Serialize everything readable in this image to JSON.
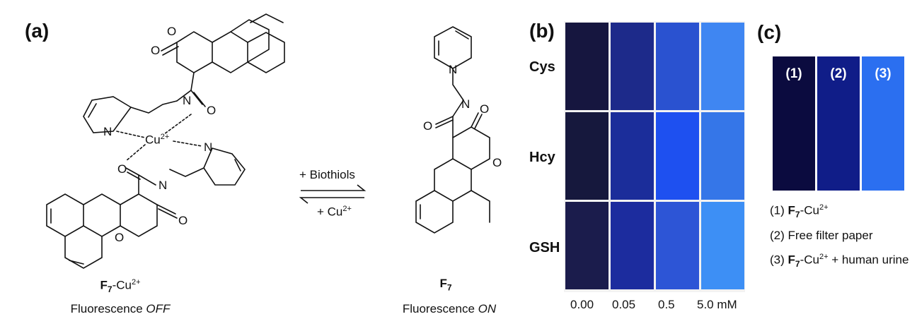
{
  "panel_a": {
    "label": "(a)",
    "left_compound": {
      "name_main": "F",
      "name_sub": "7",
      "name_rest": "-Cu",
      "name_sup": "2+",
      "state_prefix": "Fluorescence ",
      "state_italic": "OFF"
    },
    "right_compound": {
      "name_main": "F",
      "name_sub": "7",
      "state_prefix": "Fluorescence ",
      "state_italic": "ON"
    },
    "arrow_top_label": "+ Biothiols",
    "arrow_bottom_label": "+ Cu",
    "arrow_bottom_sup": "2+",
    "atoms": {
      "O": "O",
      "N": "N",
      "Cu": "Cu",
      "Cu_charge": "2+"
    }
  },
  "panel_b": {
    "label": "(b)",
    "rows": [
      "Cys",
      "Hcy",
      "GSH"
    ],
    "concentrations": [
      "0.00",
      "0.05",
      "0.5",
      "5.0 mM"
    ],
    "colors": [
      [
        "#16163f",
        "#1d2a8a",
        "#2a52d0",
        "#3f86f2"
      ],
      [
        "#16183d",
        "#1b2d9a",
        "#1e50f0",
        "#3576e8"
      ],
      [
        "#1b1c4c",
        "#1c2c9e",
        "#2d55d6",
        "#3d8ff5"
      ]
    ]
  },
  "panel_c": {
    "label": "(c)",
    "strips": [
      {
        "num": "(1)",
        "color": "#0b0b3f"
      },
      {
        "num": "(2)",
        "color": "#101d88"
      },
      {
        "num": "(3)",
        "color": "#2b6ff0"
      }
    ],
    "legend": [
      {
        "num": "(1) ",
        "bold": "F",
        "sub": "7",
        "rest": "-Cu",
        "sup": "2+",
        "tail": ""
      },
      {
        "num": "(2) ",
        "bold": "",
        "sub": "",
        "rest": "Free filter paper",
        "sup": "",
        "tail": ""
      },
      {
        "num": "(3) ",
        "bold": "F",
        "sub": "7",
        "rest": "-Cu",
        "sup": "2+",
        "tail": " + human urine"
      }
    ]
  }
}
